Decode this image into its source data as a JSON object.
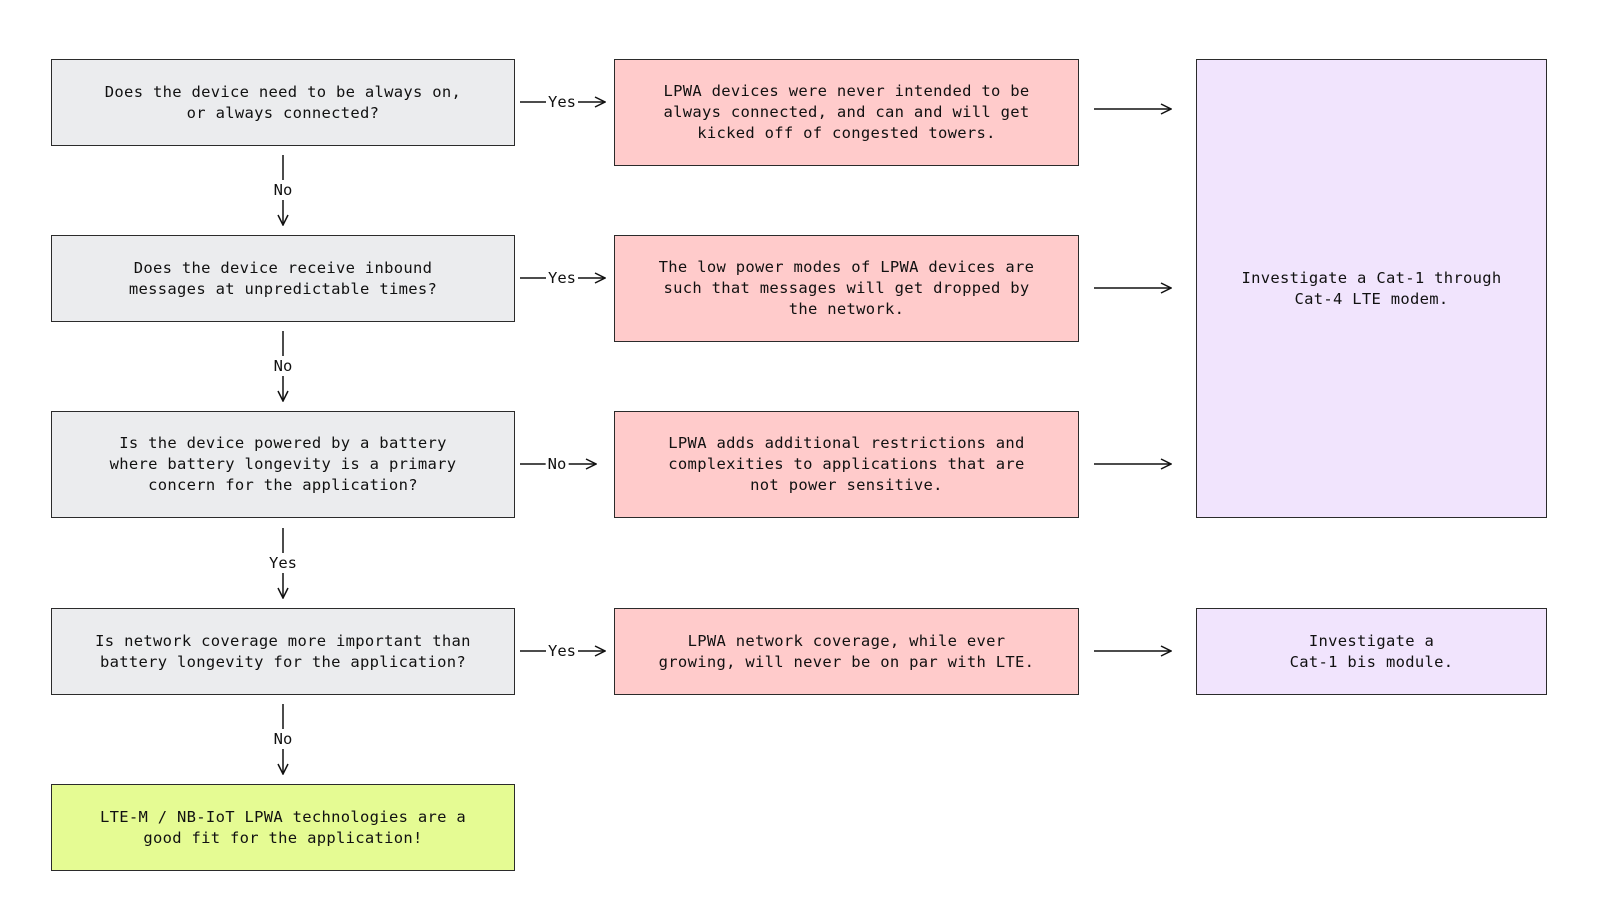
{
  "questions": [
    "Does the device need to be always on,\nor always connected?",
    "Does the device receive inbound\nmessages at unpredictable times?",
    "Is the device powered by a battery\nwhere battery longevity is a primary\nconcern for the application?",
    "Is network coverage more important than\nbattery longevity for the application?"
  ],
  "reasons": [
    "LPWA devices were never intended to be\nalways connected, and can and will get\nkicked off of congested towers.",
    "The low power modes of LPWA devices are\nsuch that messages will get dropped by\nthe network.",
    "LPWA adds additional restrictions and\ncomplexities to applications that are\nnot power sensitive.",
    "LPWA network coverage, while ever\ngrowing, will never be on par with LTE."
  ],
  "outcomes": {
    "lte_modem": "Investigate a Cat-1 through\nCat-4 LTE modem.",
    "cat1bis": "Investigate a\nCat-1 bis module.",
    "lpwa_fit": "LTE-M / NB-IoT LPWA technologies are a\ngood fit for the application!"
  },
  "labels": {
    "h": [
      "Yes",
      "Yes",
      "No",
      "Yes"
    ],
    "v": [
      "No",
      "No",
      "Yes",
      "No"
    ]
  },
  "colors": {
    "question_fill": "#ebecee",
    "reason_fill": "#ffcbcb",
    "outcome_fill": "#f1e4fd",
    "fit_fill": "#e5fb93",
    "stroke": "#2b2b2b"
  }
}
